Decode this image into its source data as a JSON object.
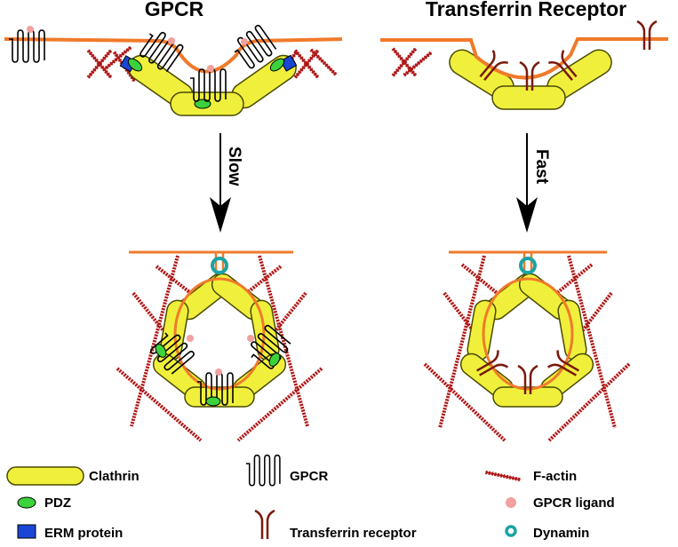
{
  "titles": {
    "left": "GPCR",
    "right": "Transferrin Receptor"
  },
  "arrows": {
    "left_label": "Slow",
    "right_label": "Fast"
  },
  "legend": {
    "clathrin": "Clathrin",
    "pdz": "PDZ",
    "erm": "ERM protein",
    "gpcr": "GPCR",
    "transferrin": "Transferrin receptor",
    "factin": "F-actin",
    "ligand": "GPCR ligand",
    "dynamin": "Dynamin"
  },
  "colors": {
    "membrane": "#f07a2a",
    "clathrin_fill": "#f0f03c",
    "clathrin_stroke": "#4a4a00",
    "pdz": "#3cd23c",
    "erm": "#1a46d6",
    "factin": "#b01818",
    "transferrin": "#7a1a0c",
    "ligand": "#f2a0a0",
    "dynamin": "#1aa3a3",
    "gpcr": "#000000"
  }
}
